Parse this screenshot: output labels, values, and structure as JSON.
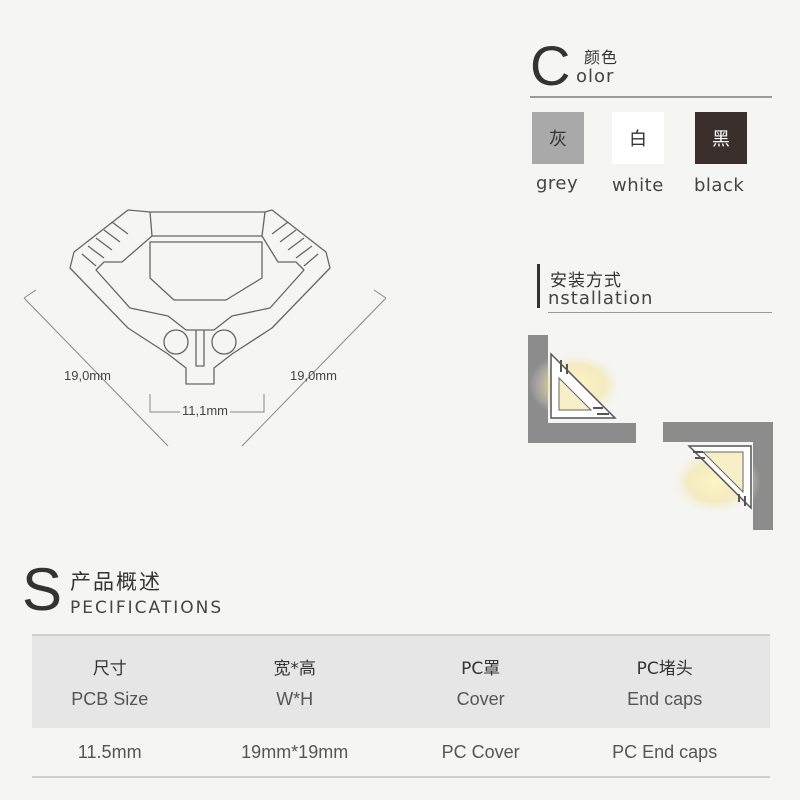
{
  "color_section": {
    "letter": "C",
    "cn_title": "颜色",
    "en_rest": "olor",
    "swatches": [
      {
        "cn": "灰",
        "en": "grey",
        "fill": "#a9a9a9",
        "text_color": "#333333"
      },
      {
        "cn": "白",
        "en": "white",
        "fill": "#ffffff",
        "text_color": "#333333"
      },
      {
        "cn": "黑",
        "en": "black",
        "fill": "#3a2f2c",
        "text_color": "#ffffff"
      }
    ]
  },
  "install_section": {
    "cn_title": "安装方式",
    "en_rest": "nstallation"
  },
  "dimensions": {
    "left": "19,0mm",
    "right": "19,0mm",
    "bottom": "11,1mm"
  },
  "spec_section": {
    "letter": "S",
    "cn_title": "产品概述",
    "en_rest": "PECIFICATIONS",
    "headers": [
      {
        "cn": "尺寸",
        "en": "PCB Size"
      },
      {
        "cn": "宽*高",
        "en": "W*H"
      },
      {
        "cn": "PC罩",
        "en": "Cover"
      },
      {
        "cn": "PC堵头",
        "en": "End caps"
      }
    ],
    "row": [
      "11.5mm",
      "19mm*19mm",
      "PC Cover",
      "PC End caps"
    ]
  },
  "colors": {
    "background": "#f5f5f3",
    "wall_grey": "#8c8c8c",
    "header_bg": "#e6e6e6"
  }
}
